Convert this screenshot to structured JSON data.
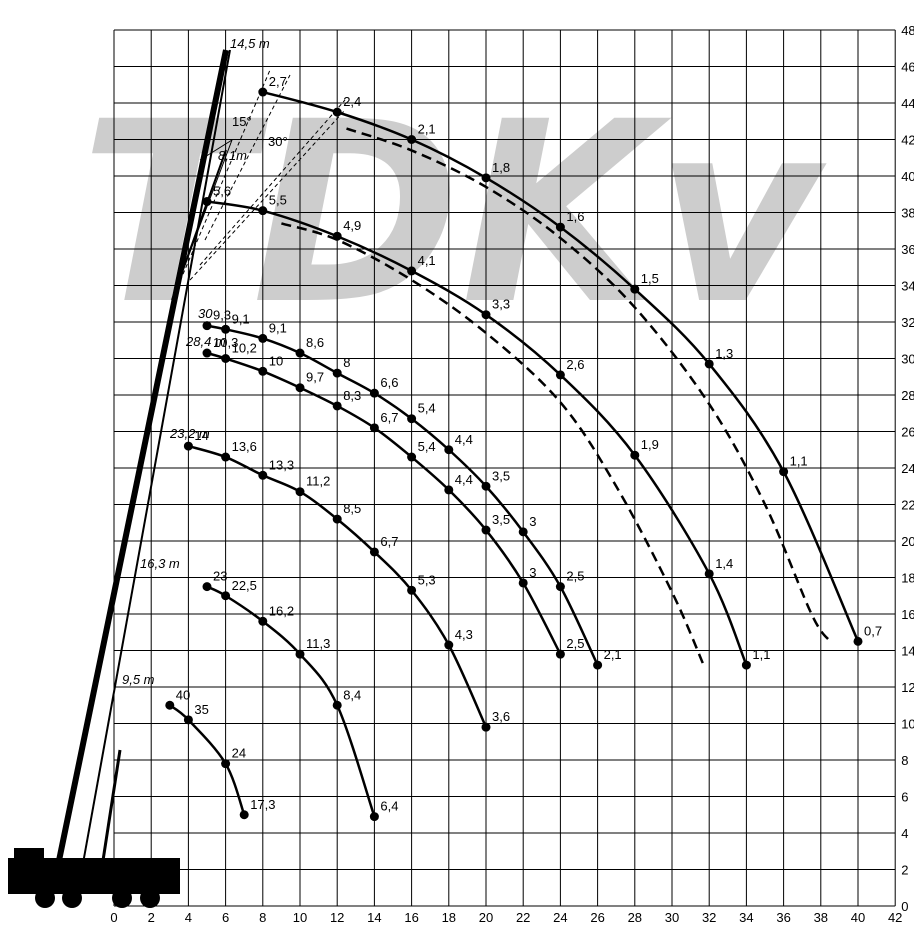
{
  "watermark": "TDKv",
  "colors": {
    "line": "#000000",
    "grid": "#000000",
    "watermark": "#bdbdbd"
  },
  "chart_data": {
    "type": "line",
    "xlim": [
      0,
      42
    ],
    "ylim": [
      0,
      48
    ],
    "grid": true,
    "x_ticks": [
      "0",
      "2",
      "4",
      "6",
      "8",
      "10",
      "12",
      "14",
      "16",
      "18",
      "20",
      "22",
      "24",
      "26",
      "28",
      "30",
      "32",
      "34",
      "36",
      "38",
      "40",
      "42"
    ],
    "y_ticks": [
      "0",
      "2",
      "4",
      "6",
      "8",
      "10",
      "12",
      "14",
      "16",
      "18",
      "20",
      "22",
      "24",
      "26",
      "28",
      "30",
      "32",
      "34",
      "36",
      "38",
      "40",
      "42",
      "44",
      "46",
      "48"
    ],
    "boom_labels": [
      "9,5 m",
      "16,3 m",
      "23,2 m",
      "28,4 m",
      "30",
      "8,1m",
      "14,5 m"
    ],
    "angle_labels": [
      "15°",
      "30°"
    ],
    "series": [
      {
        "points": [
          [
            3,
            11,
            "40"
          ],
          [
            4,
            10.2,
            "35"
          ],
          [
            6,
            7.8,
            "24"
          ],
          [
            7,
            5,
            "17,3"
          ]
        ]
      },
      {
        "points": [
          [
            5,
            17.5,
            "23"
          ],
          [
            6,
            17,
            "22,5"
          ],
          [
            8,
            15.6,
            "16,2"
          ],
          [
            10,
            13.8,
            "11,3"
          ],
          [
            12,
            11,
            "8,4"
          ],
          [
            14,
            4.9,
            "6,4"
          ]
        ]
      },
      {
        "points": [
          [
            4,
            25.2,
            "14"
          ],
          [
            6,
            24.6,
            "13,6"
          ],
          [
            8,
            23.6,
            "13,3"
          ],
          [
            10,
            22.7,
            "11,2"
          ],
          [
            12,
            21.2,
            "8,5"
          ],
          [
            14,
            19.4,
            "6,7"
          ],
          [
            16,
            17.3,
            "5,3"
          ],
          [
            18,
            14.3,
            "4,3"
          ],
          [
            20,
            9.8,
            "3,6"
          ]
        ]
      },
      {
        "points": [
          [
            5,
            30.3,
            "10,3"
          ],
          [
            6,
            30,
            "10,2"
          ],
          [
            8,
            29.3,
            "10"
          ],
          [
            10,
            28.4,
            "9,7"
          ],
          [
            12,
            27.4,
            "8,3"
          ],
          [
            14,
            26.2,
            "6,7"
          ],
          [
            16,
            24.6,
            "5,4"
          ],
          [
            18,
            22.8,
            "4,4"
          ],
          [
            20,
            20.6,
            "3,5"
          ],
          [
            22,
            17.7,
            "3"
          ],
          [
            24,
            13.8,
            "2,5"
          ]
        ]
      },
      {
        "points": [
          [
            5,
            31.8,
            "9,3"
          ],
          [
            6,
            31.6,
            "9,1"
          ],
          [
            8,
            31.1,
            "9,1"
          ],
          [
            10,
            30.3,
            "8,6"
          ],
          [
            12,
            29.2,
            "8"
          ],
          [
            14,
            28.1,
            "6,6"
          ],
          [
            16,
            26.7,
            "5,4"
          ],
          [
            18,
            25,
            "4,4"
          ],
          [
            20,
            23,
            "3,5"
          ],
          [
            22,
            20.5,
            "3"
          ],
          [
            24,
            17.5,
            "2,5"
          ],
          [
            26,
            13.2,
            "2,1"
          ]
        ]
      },
      {
        "points": [
          [
            5,
            38.6,
            "5,6"
          ],
          [
            8,
            38.1,
            "5,5"
          ],
          [
            12,
            36.7,
            "4,9"
          ],
          [
            16,
            34.8,
            "4,1"
          ],
          [
            20,
            32.4,
            "3,3"
          ],
          [
            24,
            29.1,
            "2,6"
          ],
          [
            28,
            24.7,
            "1,9"
          ],
          [
            32,
            18.2,
            "1,4"
          ],
          [
            34,
            13.2,
            "1,1"
          ]
        ]
      },
      {
        "points": [
          [
            8,
            44.6,
            "2,7"
          ],
          [
            12,
            43.5,
            "2,4"
          ],
          [
            16,
            42,
            "2,1"
          ],
          [
            20,
            39.9,
            "1,8"
          ],
          [
            24,
            37.2,
            "1,6"
          ],
          [
            28,
            33.8,
            "1,5"
          ],
          [
            32,
            29.7,
            "1,3"
          ],
          [
            36,
            23.8,
            "1,1"
          ],
          [
            40,
            14.5,
            "0,7"
          ]
        ]
      }
    ],
    "dashed_series": [
      {
        "points": [
          [
            9,
            37.4
          ],
          [
            12,
            36.5
          ],
          [
            16,
            34.3
          ],
          [
            20,
            31.4
          ],
          [
            24,
            27.6
          ],
          [
            27,
            23
          ],
          [
            30,
            17.2
          ],
          [
            31.7,
            13.2
          ]
        ]
      },
      {
        "points": [
          [
            12.5,
            42.6
          ],
          [
            16,
            41.4
          ],
          [
            20,
            39.4
          ],
          [
            24,
            36.6
          ],
          [
            28,
            32.8
          ],
          [
            32,
            27.5
          ],
          [
            35,
            22
          ],
          [
            37.5,
            16
          ],
          [
            38.5,
            14.5
          ]
        ]
      }
    ]
  }
}
